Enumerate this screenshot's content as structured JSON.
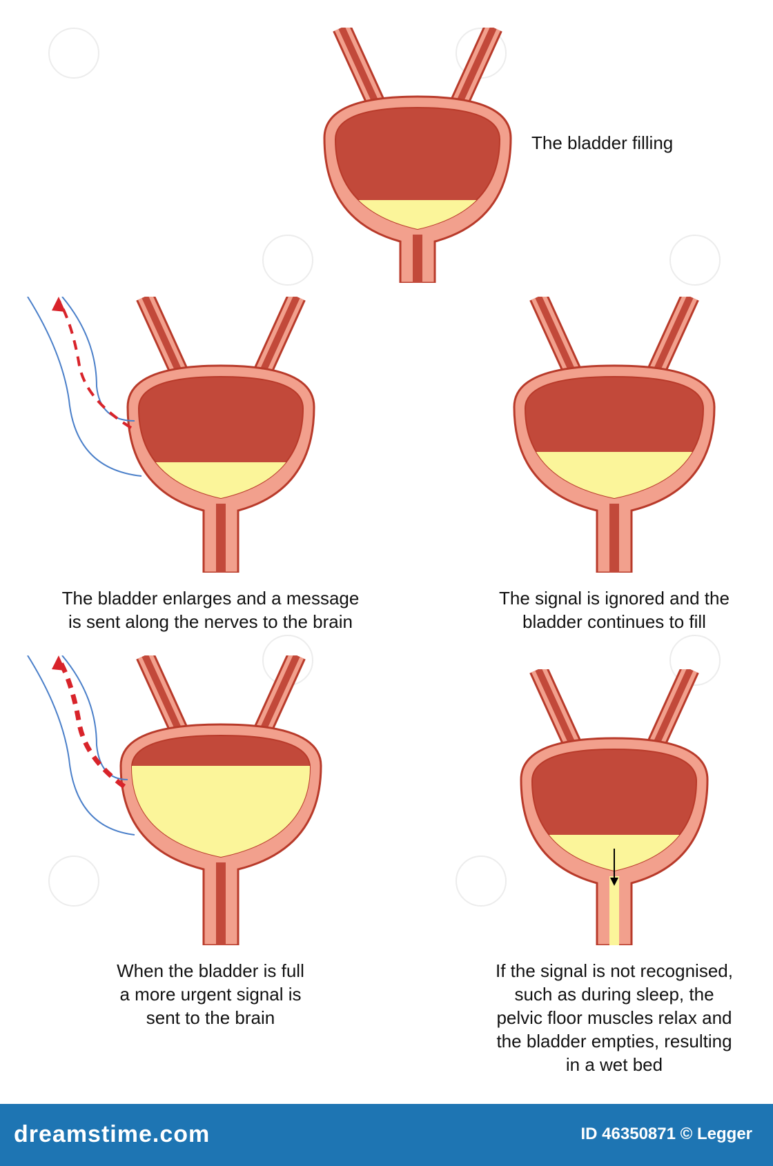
{
  "panels": [
    {
      "id": "filling",
      "caption_lines": [
        "The bladder filling"
      ],
      "urine_level": "low",
      "nerve_signal": "none",
      "emptying": false
    },
    {
      "id": "enlarges",
      "caption_lines": [
        "The bladder enlarges and a message",
        "is sent along the nerves to the brain"
      ],
      "urine_level": "half",
      "nerve_signal": "normal",
      "emptying": false
    },
    {
      "id": "ignored",
      "caption_lines": [
        "The signal is ignored and the",
        "bladder continues to fill"
      ],
      "urine_level": "high",
      "nerve_signal": "none",
      "emptying": false
    },
    {
      "id": "full",
      "caption_lines": [
        "When the bladder is full",
        "a more urgent signal is",
        "sent to the brain"
      ],
      "urine_level": "full",
      "nerve_signal": "urgent",
      "emptying": false
    },
    {
      "id": "empties",
      "caption_lines": [
        "If the signal is not recognised,",
        "such as during sleep, the",
        "pelvic floor muscles relax and",
        "the bladder empties, resulting",
        "in a wet bed"
      ],
      "urine_level": "half",
      "nerve_signal": "none",
      "emptying": true
    }
  ],
  "colors": {
    "wall": "#f2a08d",
    "wall_outline": "#b83a2a",
    "lumen": "#c2493a",
    "urine": "#fbf59a",
    "urine_glow": "#fffbd0",
    "nerve": "#4a7fc9",
    "signal_arrow": "#d8232a"
  },
  "footer": {
    "logo": "dreamstime.com",
    "id_text": "ID 46350871 © Legger"
  }
}
